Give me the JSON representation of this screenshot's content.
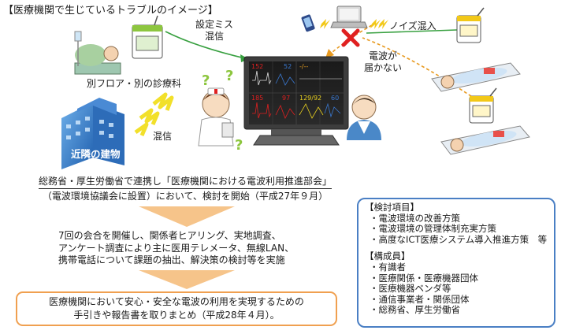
{
  "title": "【医療機関で生じているトラブルのイメージ】",
  "scene": {
    "config_error_line1": "設定ミス",
    "config_error_line2": "混信",
    "other_floor_label": "別フロア・別の診療科",
    "neighbor_building_label": "近隣の建物",
    "interference_label": "混信",
    "noise_label": "ノイズ混入",
    "no_signal_line1": "電波が",
    "no_signal_line2": "届かない",
    "monitor": {
      "cells": [
        {
          "value": "152",
          "color": "#e02020"
        },
        {
          "value": "52",
          "color": "#3a78d0"
        },
        {
          "value": "-/--",
          "color": "#e8a020"
        },
        {
          "value": "185",
          "color": "#e02020"
        },
        {
          "value": "97",
          "color": "#e02020"
        },
        {
          "value": "129/92",
          "color": "#e8d020"
        },
        {
          "value": "60",
          "color": "#3a78d0"
        }
      ]
    }
  },
  "flow": {
    "step1_line1": "総務省・厚生労働省で連携し「医療機関における電波利用推進部会」",
    "step1_line2": "（電波環境協議会に設置）において、検討を開始（平成27年９月）",
    "step2_line1": "7回の会合を開催し、関係者ヒアリング、実地調査、",
    "step2_line2": "アンケート調査により主に医用テレメータ、無線LAN、",
    "step2_line3": "携帯電話について課題の抽出、解決策の検討等を実施",
    "outcome_line1": "医療機関において安心・安全な電波の利用を実現するための",
    "outcome_line2": "手引きや報告書を取りまとめ（平成28年４月）。"
  },
  "study": {
    "items_heading": "【検討項目】",
    "items": [
      "電波環境の改善方策",
      "電波環境の管理体制充実方策",
      "高度なICT医療システム導入推進方策　等"
    ],
    "members_heading": "【構成員】",
    "members": [
      "有識者",
      "医療関係・医療機器団体",
      "医療機器ベンダ等",
      "通信事業者・関係団体",
      "総務省、厚生労働省"
    ]
  },
  "colors": {
    "accent_orange": "#f0a050",
    "accent_blue": "#4a7fc4",
    "arrow_fill": "#f6c48a",
    "interference_yellow": "#f2e02a",
    "error_red": "#e02020",
    "transmitter_yellow": "#f2c818"
  }
}
